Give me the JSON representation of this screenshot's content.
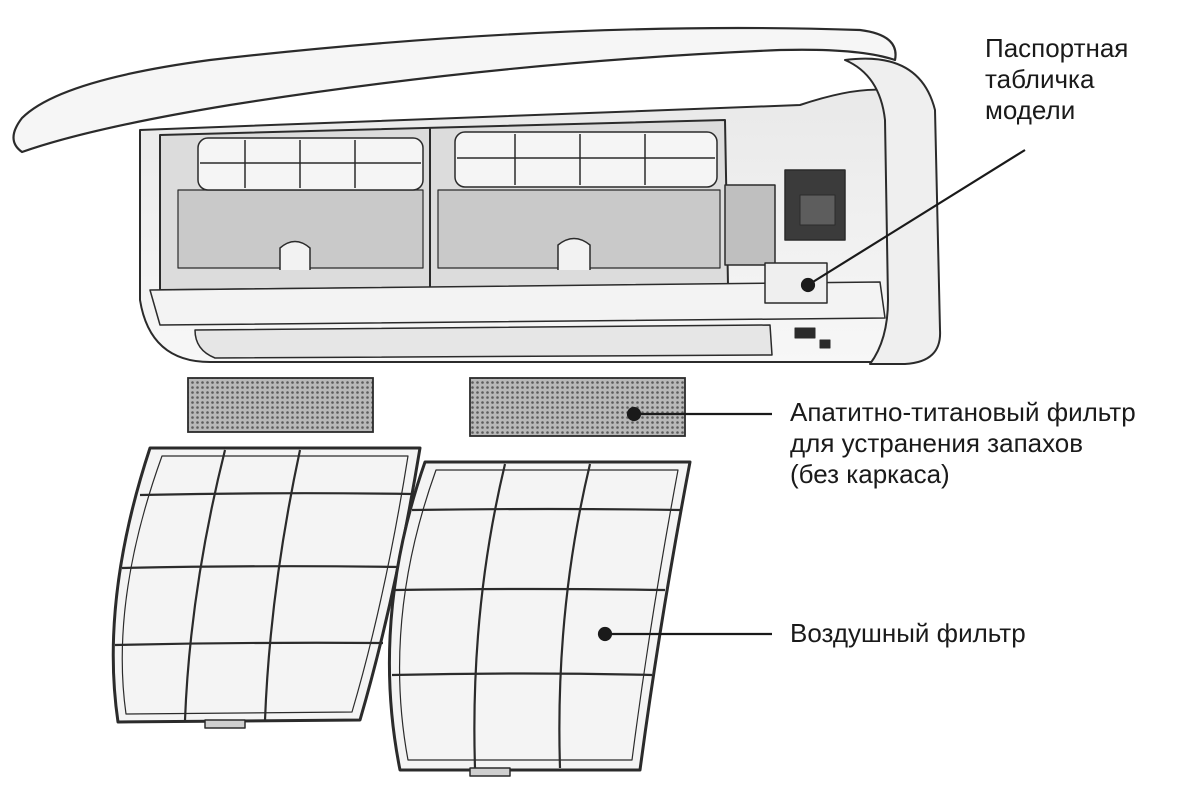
{
  "labels": {
    "nameplate": {
      "lines": [
        "Паспортная",
        "табличка",
        "модели"
      ]
    },
    "apatite_filter": {
      "lines": [
        "Апатитно-титановый фильтр",
        "для устранения запахов",
        "(без каркаса)"
      ]
    },
    "air_filter": {
      "lines": [
        "Воздушный фильтр"
      ]
    }
  },
  "colors": {
    "line": "#2b2b2b",
    "panel": "#f4f4f4",
    "shade": "#d6d6d6",
    "mesh": "#8a8a8a",
    "text": "#1a1a1a"
  }
}
